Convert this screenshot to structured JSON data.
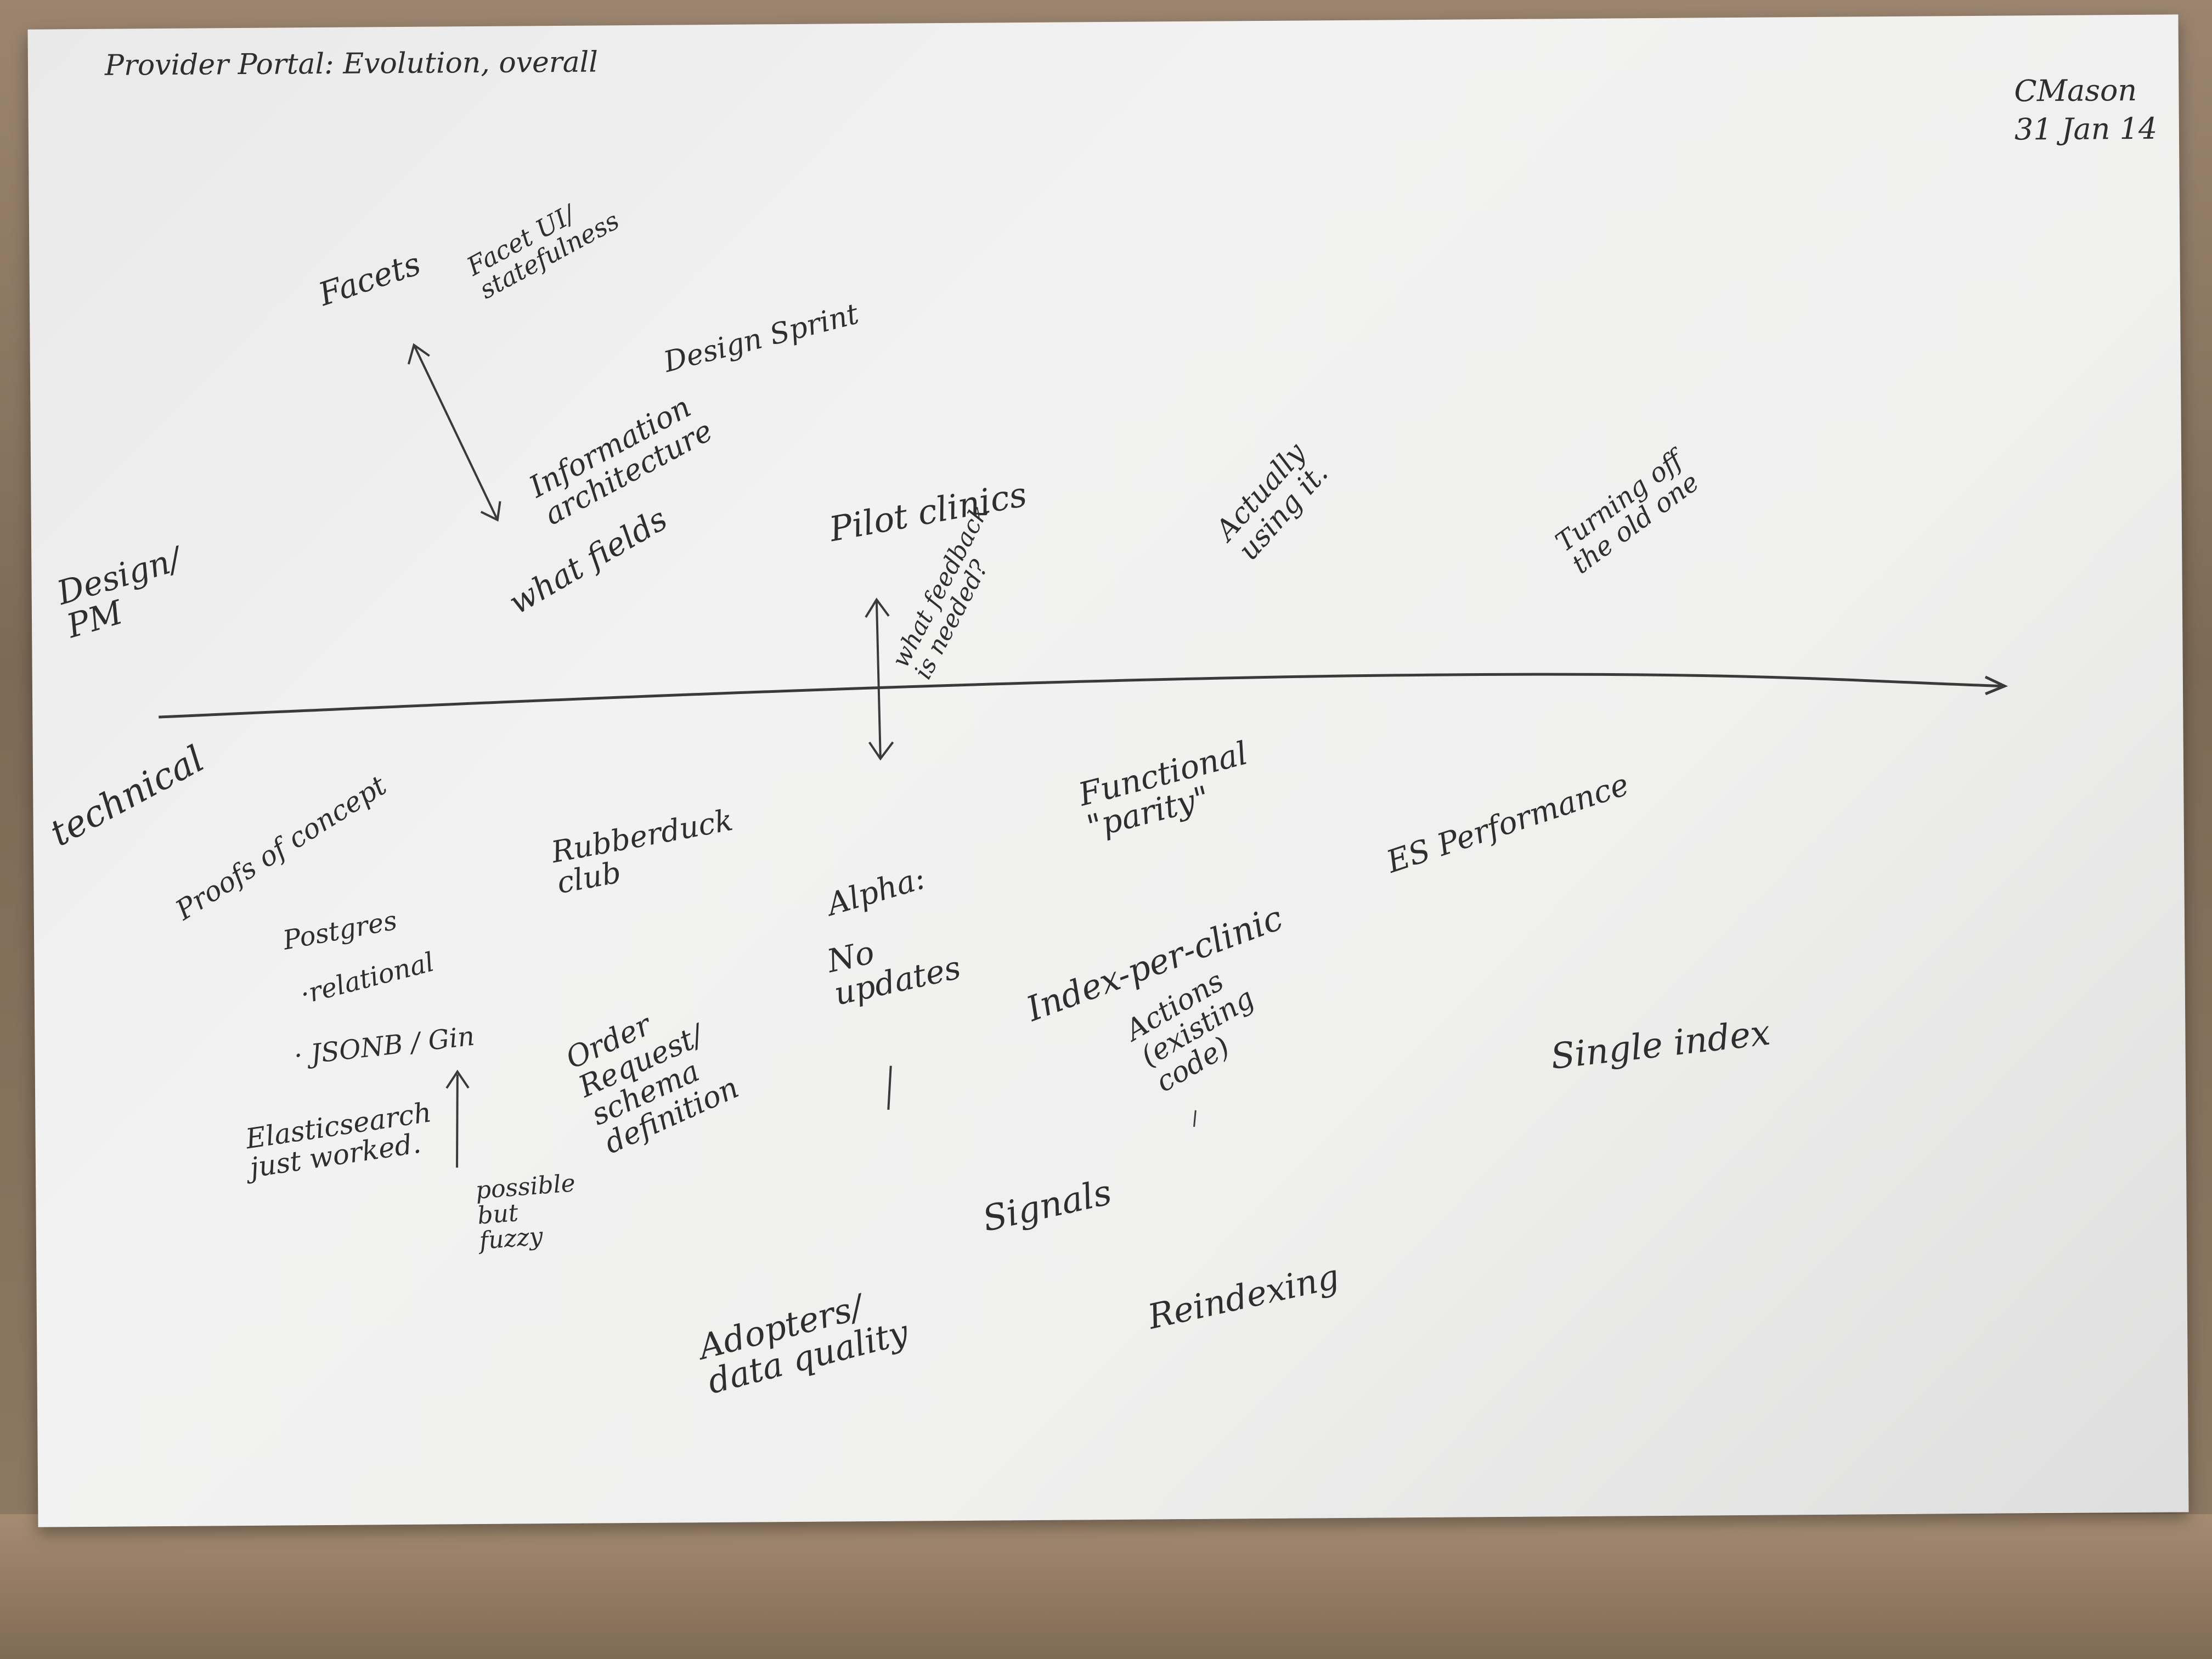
{
  "header": {
    "title": "Provider Portal: Evolution, overall",
    "author": "CMason",
    "date": "31 Jan 14"
  },
  "axis": {
    "upper_label": "Design/ PM",
    "lower_label": "technical"
  },
  "design_notes": {
    "facets": "Facets",
    "facet_ui": "Facet UI/ statefulness",
    "design_sprint": "Design Sprint",
    "information_architecture": "Information architecture",
    "what_fields": "what fields",
    "pilot_clinics": "Pilot clinics",
    "what_feedback": "what feedback is needed?",
    "actually_using": "Actually using it.",
    "turning_off": "Turning off the old one"
  },
  "technical_notes": {
    "proofs_of_concept": "Proofs of concept",
    "postgres": "Postgres",
    "relational": "·relational",
    "jsonb_gin": "· JSONB / Gin",
    "elasticsearch": "Elasticsearch just worked.",
    "possible_fuzzy": "possible but fuzzy",
    "rubberduck_club": "Rubberduck club",
    "order_request": "Order Request/ schema definition",
    "alpha": "Alpha:",
    "no_updates": "No updates",
    "adopters": "Adopters/ data quality",
    "signals": "Signals",
    "functional_parity": "Functional \"parity\"",
    "index_per_clinic": "Index-per-clinic",
    "actions": "Actions (existing code)",
    "reindexing": "Reindexing",
    "es_performance": "ES Performance",
    "single_index": "Single index"
  },
  "colors": {
    "paper": "#efefee",
    "ink": "#2e2e2e",
    "table": "#8a7560"
  }
}
